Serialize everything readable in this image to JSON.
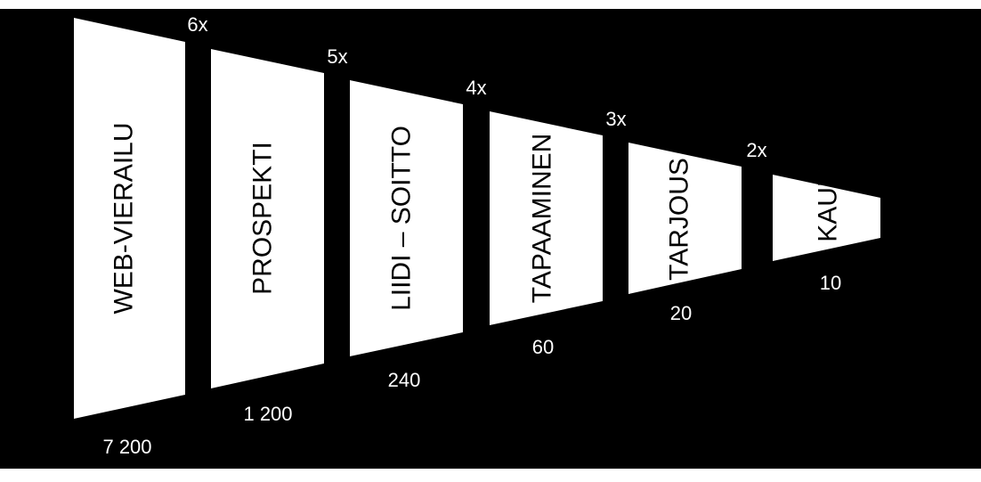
{
  "colors": {
    "background": "#000000",
    "shape": "#ffffff",
    "stage_text": "#000000",
    "annotation_text": "#ffffff"
  },
  "funnel": {
    "stages": [
      {
        "label": "WEB-VIERAILU",
        "value": "7 200"
      },
      {
        "label": "PROSPEKTI",
        "value": "1 200"
      },
      {
        "label": "LIIDI – SOITTO",
        "value": "240"
      },
      {
        "label": "TAPAAMINEN",
        "value": "60"
      },
      {
        "label": "TARJOUS",
        "value": "20"
      },
      {
        "label": "KAUPPA",
        "value": "10"
      }
    ],
    "multipliers": [
      "6x",
      "5x",
      "4x",
      "3x",
      "2x"
    ]
  }
}
